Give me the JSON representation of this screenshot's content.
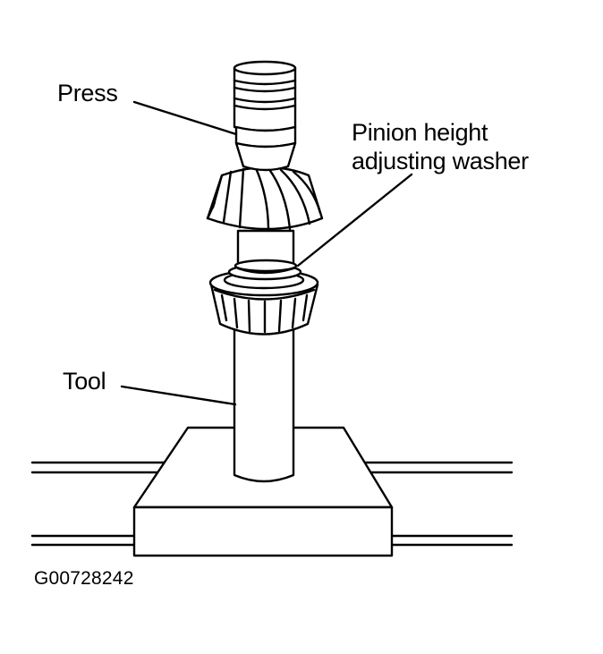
{
  "labels": {
    "press": "Press",
    "washer_line1": "Pinion height",
    "washer_line2": "adjusting washer",
    "tool": "Tool"
  },
  "figure_id": "G00728242",
  "colors": {
    "ink": "#000000",
    "background": "#ffffff"
  }
}
